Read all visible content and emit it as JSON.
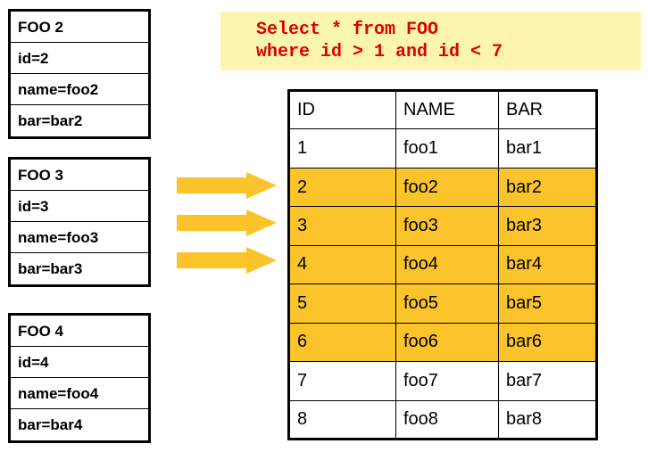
{
  "entities": [
    {
      "title": "FOO 2",
      "fields": [
        "id=2",
        "name=foo2",
        "bar=bar2"
      ]
    },
    {
      "title": "FOO 3",
      "fields": [
        "id=3",
        "name=foo3",
        "bar=bar3"
      ]
    },
    {
      "title": "FOO 4",
      "fields": [
        "id=4",
        "name=foo4",
        "bar=bar4"
      ]
    }
  ],
  "query": {
    "line1": "Select * from FOO",
    "line2": "where id > 1 and id < 7",
    "background_color": "#FBF5AF",
    "text_color": "#DE0000"
  },
  "arrows": {
    "count": 3,
    "color": "#FBC42B",
    "direction": "right"
  },
  "table": {
    "columns": [
      "ID",
      "NAME",
      "BAR"
    ],
    "highlight_color": "#FBC42B",
    "rows": [
      {
        "id": "1",
        "name": "foo1",
        "bar": "bar1",
        "selected": false
      },
      {
        "id": "2",
        "name": "foo2",
        "bar": "bar2",
        "selected": true
      },
      {
        "id": "3",
        "name": "foo3",
        "bar": "bar3",
        "selected": true
      },
      {
        "id": "4",
        "name": "foo4",
        "bar": "bar4",
        "selected": true
      },
      {
        "id": "5",
        "name": "foo5",
        "bar": "bar5",
        "selected": true
      },
      {
        "id": "6",
        "name": "foo6",
        "bar": "bar6",
        "selected": true
      },
      {
        "id": "7",
        "name": "foo7",
        "bar": "bar7",
        "selected": false
      },
      {
        "id": "8",
        "name": "foo8",
        "bar": "bar8",
        "selected": false
      }
    ]
  }
}
